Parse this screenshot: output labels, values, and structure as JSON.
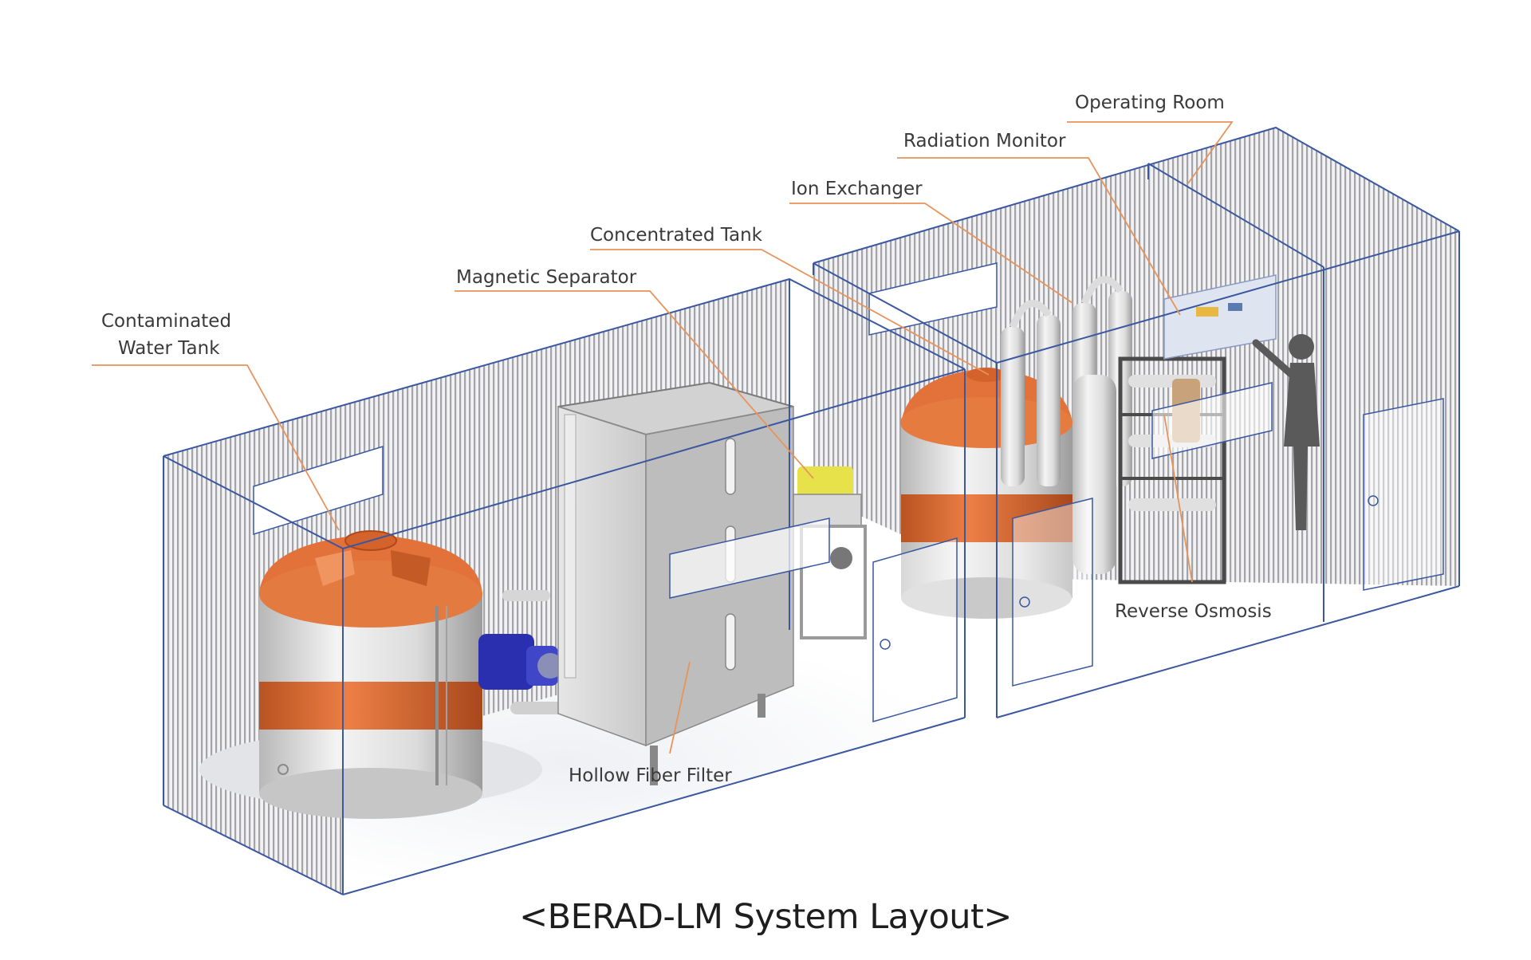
{
  "diagram": {
    "caption": "<BERAD-LM System Layout>",
    "labels": {
      "contaminated_water_tank_line1": "Contaminated",
      "contaminated_water_tank_line2": "Water Tank",
      "magnetic_separator": "Magnetic Separator",
      "concentrated_tank": "Concentrated Tank",
      "ion_exchanger": "Ion Exchanger",
      "radiation_monitor": "Radiation Monitor",
      "operating_room": "Operating Room",
      "reverse_osmosis": "Reverse Osmosis",
      "hollow_fiber_filter": "Hollow Fiber Filter"
    },
    "colors": {
      "leader_line": "#e8935a",
      "container_edge": "#3a57a0",
      "tank_orange": "#e0733a",
      "wall_stripe": "#9ea0a6"
    }
  }
}
